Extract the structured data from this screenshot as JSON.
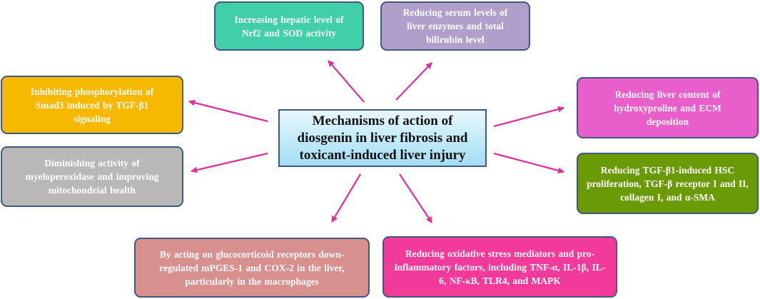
{
  "center": {
    "title": "Mechanisms of action of diosgenin in liver fibrosis and toxicant-induced liver injury"
  },
  "boxes": {
    "nrf2": {
      "text": "Increasing hepatic level of Nrf2 and SOD activity",
      "color": "#40cfa8"
    },
    "serum": {
      "text": "Reducing serum levels of liver enzymes and total bilirubin level",
      "color": "#b09fcb"
    },
    "smad3": {
      "text": "Inhibiting phosphorylation of Smad3 induced by TGF-β1 signaling",
      "color": "#f7b800"
    },
    "myeloperoxidase": {
      "text": "Diminishing activity of myeloperoxidase and improving mitochondrial health",
      "color": "#b8b8b8"
    },
    "hydroxyproline": {
      "text": "Reducing liver content of hydroxyproline and ECM deposition",
      "color": "#e85fcb"
    },
    "hsc": {
      "text": "Reducing TGF-β1-induced HSC proliferation, TGF-β receptor I and II, collagen I, and α-SMA",
      "color": "#6a9a06"
    },
    "glucocorticoid": {
      "text": "By acting on glucocorticoid receptors down-regulated mPGES-1 and COX-2 in the liver, particularly in the macrophages",
      "color": "#d8908e"
    },
    "oxidative": {
      "text": "Reducing oxidative stress mediators and pro-inflammatory factors, including TNF-α, IL-1β, IL-6, NF-κB, TLR4, and MAPK",
      "color": "#f23a9a"
    }
  },
  "colors": {
    "arrow": "#e0309c",
    "border": "#41597e"
  }
}
